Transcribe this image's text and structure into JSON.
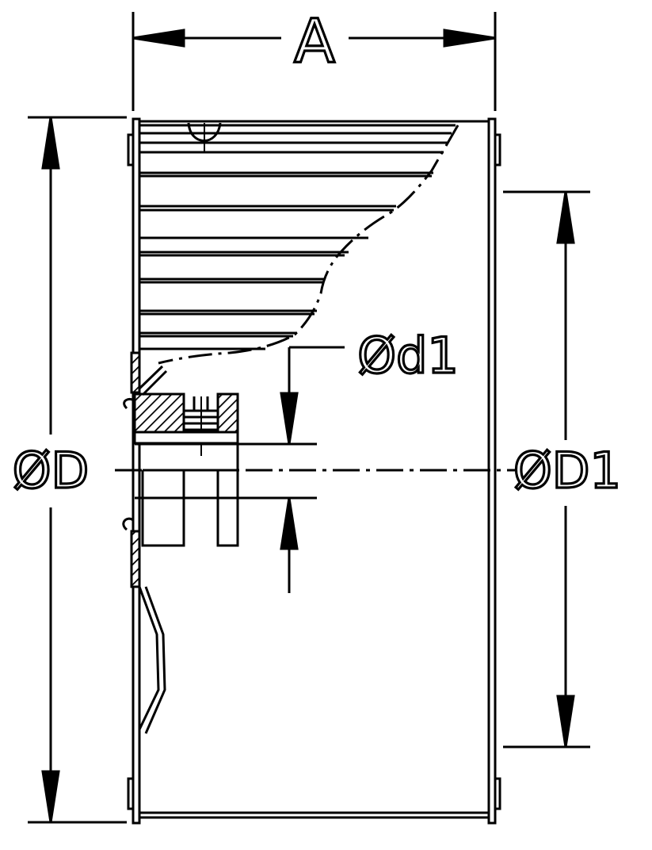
{
  "labels": {
    "width": "A",
    "outer_diameter": "ØD",
    "bore_diameter": "Ød1",
    "inlet_diameter": "ØD1"
  },
  "colors": {
    "line": "#000000",
    "background": "#ffffff"
  }
}
